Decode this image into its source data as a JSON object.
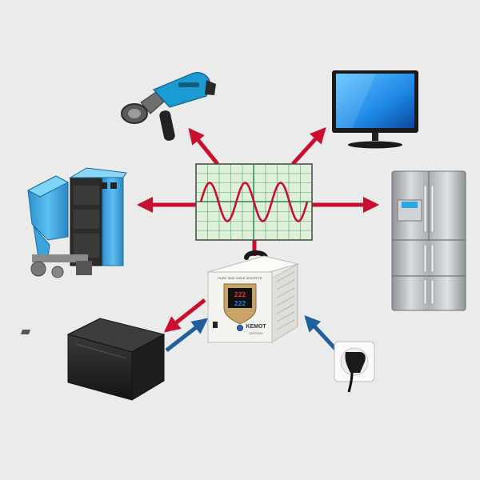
{
  "diagram": {
    "colors": {
      "background": "#ebebeb",
      "output_arrow": "#c8102e",
      "input_arrow": "#1f5f9e",
      "scope_bg": "#dff0d8",
      "scope_grid": "#2f8f5a",
      "sine": "#c8102e",
      "inverter_body": "#f3f3ef",
      "shield": "#c9a567",
      "appliance_blue": "#3aa7e0",
      "battery": "#2a2a2a",
      "tv_screen": "#1e88e5",
      "steel": "#b7bcc0"
    },
    "inverter": {
      "header_text": "PURE SINE WAVE INVERTER",
      "brand": "KEMOT",
      "model": "URZ3409",
      "display_top": "222",
      "display_bottom": "222"
    },
    "appliances": [
      {
        "name": "angle-grinder",
        "icon": "angle-grinder-icon"
      },
      {
        "name": "tv",
        "icon": "tv-icon"
      },
      {
        "name": "pellet-boiler",
        "icon": "boiler-icon"
      },
      {
        "name": "refrigerator",
        "icon": "fridge-icon"
      },
      {
        "name": "battery",
        "icon": "battery-icon"
      },
      {
        "name": "wall-socket",
        "icon": "socket-icon"
      }
    ]
  }
}
